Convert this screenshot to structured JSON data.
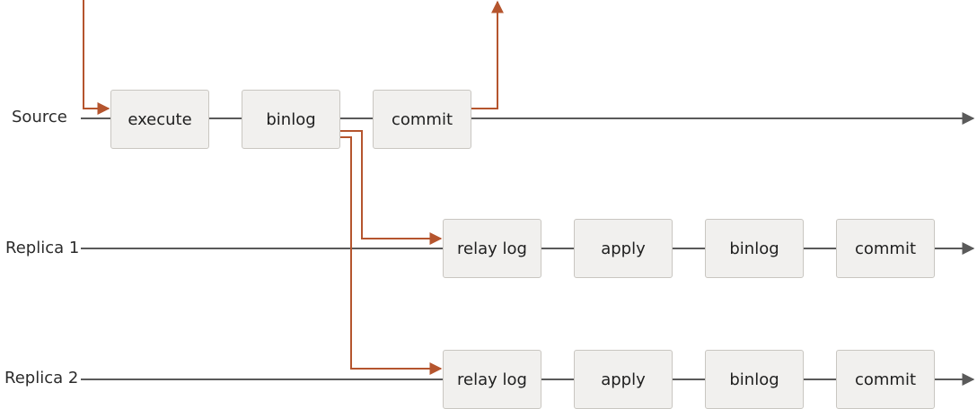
{
  "colors": {
    "timeline": "#5a5a5a",
    "flow_arrow": "#b5552e",
    "box_fill": "#f1f0ee",
    "box_border": "#c9c6c1",
    "text": "#1f1f1f"
  },
  "lanes": [
    {
      "label": "Source",
      "steps": [
        "execute",
        "binlog",
        "commit"
      ]
    },
    {
      "label": "Replica 1",
      "steps": [
        "relay log",
        "apply",
        "binlog",
        "commit"
      ]
    },
    {
      "label": "Replica 2",
      "steps": [
        "relay log",
        "apply",
        "binlog",
        "commit"
      ]
    }
  ]
}
